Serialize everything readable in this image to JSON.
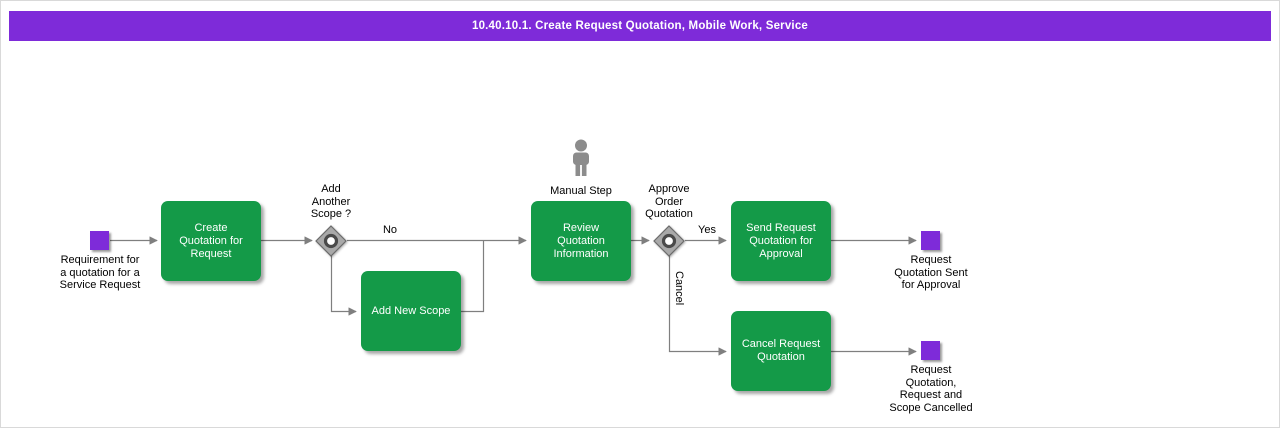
{
  "header": {
    "title": "10.40.10.1. Create Request Quotation, Mobile Work, Service"
  },
  "events": {
    "start": {
      "label": "Requirement for\na quotation for a\nService Request"
    },
    "end_sent": {
      "label": "Request\nQuotation Sent\nfor Approval"
    },
    "end_cancelled": {
      "label": "Request\nQuotation,\nRequest and\nScope Cancelled"
    }
  },
  "tasks": {
    "create_quotation": {
      "label": "Create\nQuotation for\nRequest"
    },
    "add_new_scope": {
      "label": "Add New Scope"
    },
    "review_quotation": {
      "label": "Review\nQuotation\nInformation"
    },
    "send_request": {
      "label": "Send Request\nQuotation for\nApproval"
    },
    "cancel_request": {
      "label": "Cancel Request\nQuotation"
    }
  },
  "gateways": {
    "add_another_scope": {
      "label": "Add\nAnother\nScope ?"
    },
    "approve_order": {
      "label": "Approve\nOrder\nQuotation"
    }
  },
  "edges": {
    "no": "No",
    "yes": "Yes",
    "cancel": "Cancel"
  },
  "annotations": {
    "manual_step": "Manual Step"
  },
  "colors": {
    "header_purple": "#7E2BD9",
    "event_purple": "#7E2BD9",
    "task_green": "#149A48",
    "connector_gray": "#7F7F7F",
    "gateway_gray": "#A9A9A9",
    "icon_gray": "#8C8C8C"
  }
}
